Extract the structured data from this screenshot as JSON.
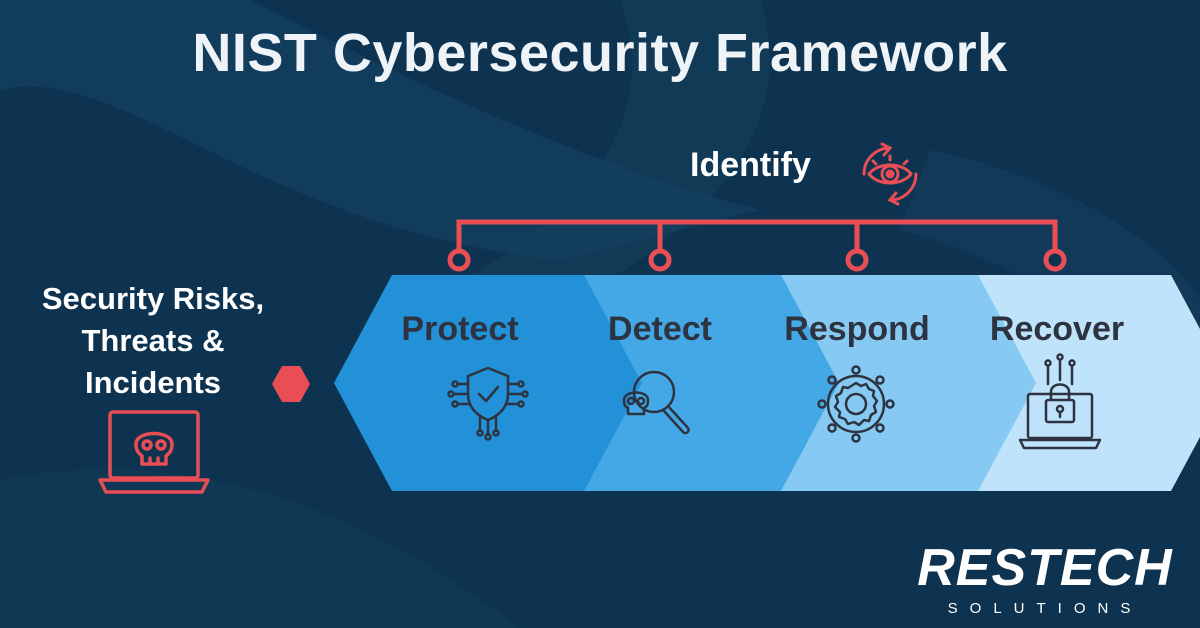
{
  "title": "NIST Cybersecurity Framework",
  "identify": {
    "label": "Identify"
  },
  "risks": {
    "line1": "Security Risks,",
    "line2": "Threats &",
    "line3": "Incidents"
  },
  "functions": [
    {
      "label": "Protect",
      "icon": "shield-circuit-icon"
    },
    {
      "label": "Detect",
      "icon": "skull-magnifier-icon"
    },
    {
      "label": "Respond",
      "icon": "gear-network-icon"
    },
    {
      "label": "Recover",
      "icon": "laptop-lock-icon"
    }
  ],
  "brand": {
    "name": "RESTECH",
    "sub": "SOLUTIONS"
  },
  "colors": {
    "background": "#0d3350",
    "accent": "#e94e55",
    "hex_protect": "#2291d8",
    "hex_detect": "#45a8e6",
    "hex_respond": "#86c9f2",
    "hex_recover": "#bfe3fa",
    "hex_text": "#2d3340"
  }
}
